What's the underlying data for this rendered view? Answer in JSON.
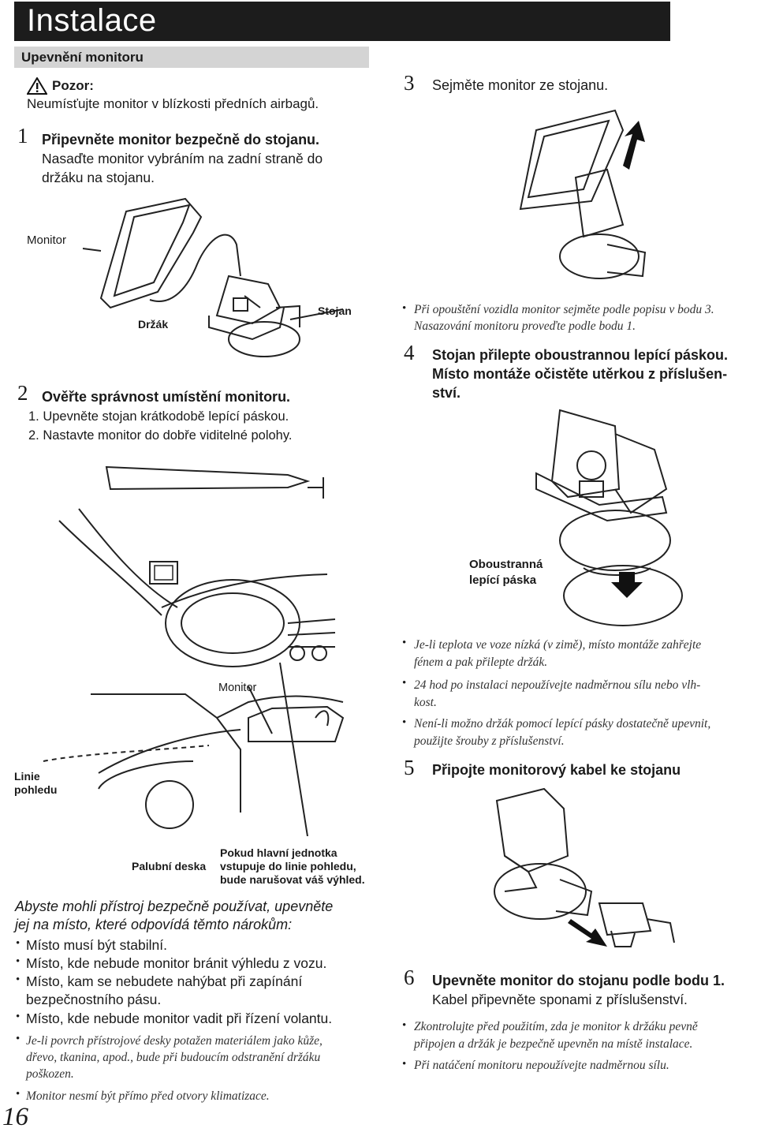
{
  "header": {
    "title": "Instalace",
    "section": "Upevnění monitoru"
  },
  "caution": {
    "label": "Pozor:",
    "text": "Neumísťujte monitor v blízkosti předních airbagů."
  },
  "step1": {
    "num": "1",
    "title": "Připevněte monitor bezpečně do stojanu.",
    "line2": "Nasaďte monitor vybráním na zadní straně do",
    "line3": "držáku na stojanu."
  },
  "fig1": {
    "monitor": "Monitor",
    "holder": "Držák",
    "stand": "Stojan"
  },
  "step2": {
    "num": "2",
    "title": "Ověřte správnost umístění monitoru.",
    "item1": "1. Upevněte stojan krátkodobě lepící páskou.",
    "item2": "2. Nastavte monitor do dobře viditelné polohy."
  },
  "fig2": {
    "monitor": "Monitor",
    "sightline_1": "Linie",
    "sightline_2": "pohledu",
    "dashboard": "Palubní deska",
    "warn_1": "Pokud hlavní jednotka",
    "warn_2": "vstupuje do linie pohledu,",
    "warn_3": "bude narušovat váš výhled."
  },
  "requirements": {
    "heading_1": "Abyste mohli přístroj bezpečně používat, upevněte",
    "heading_2": "jej na místo, které odpovídá těmto nárokům:",
    "items": [
      "Místo musí být stabilní.",
      "Místo, kde nebude monitor bránit výhledu z vozu.",
      "Místo, kam se nebudete nahýbat při zapínání",
      "bezpečnostního pásu.",
      "Místo, kde nebude monitor vadit při řízení volantu."
    ],
    "note1_1": "Je-li povrch přístrojové desky potažen materiálem jako kůže,",
    "note1_2": "dřevo, tkanina, apod., bude při budoucím odstranění držáku",
    "note1_3": "poškozen.",
    "note2": "Monitor nesmí být přímo před otvory klimatizace."
  },
  "page_number": "16",
  "step3": {
    "num": "3",
    "title": "Sejměte monitor ze stojanu."
  },
  "note3": {
    "line1": "Při opouštění vozidla monitor sejměte podle popisu v bodu 3.",
    "line2": "Nasazování monitoru proveďte podle bodu 1."
  },
  "step4": {
    "num": "4",
    "title_1": "Stojan přilepte oboustrannou lepící páskou.",
    "title_2": "Místo montáže očistěte utěrkou z příslušen-",
    "title_3": "ství."
  },
  "fig4": {
    "tape_1": "Oboustranná",
    "tape_2": "lepící páska"
  },
  "notes4": [
    {
      "l1": "Je-li teplota ve voze nízká (v zimě), místo montáže zahřejte",
      "l2": "fénem a pak přilepte držák."
    },
    {
      "l1": "24 hod po instalaci nepoužívejte nadměrnou sílu nebo vlh-",
      "l2": "kost."
    },
    {
      "l1": "Není-li možno držák pomocí lepící pásky dostatečně upevnit,",
      "l2": "použijte šrouby z příslušenství."
    }
  ],
  "step5": {
    "num": "5",
    "title": "Připojte monitorový kabel ke stojanu"
  },
  "step6": {
    "num": "6",
    "title": "Upevněte monitor do stojanu podle bodu 1.",
    "line2": "Kabel připevněte sponami z příslušenství."
  },
  "notes6": [
    {
      "l1": "Zkontrolujte před použitím, zda je monitor k držáku pevně",
      "l2": "připojen a držák je bezpečně upevněn na místě instalace."
    },
    {
      "l1": "Při natáčení monitoru nepoužívejte nadměrnou sílu.",
      "l2": ""
    }
  ]
}
